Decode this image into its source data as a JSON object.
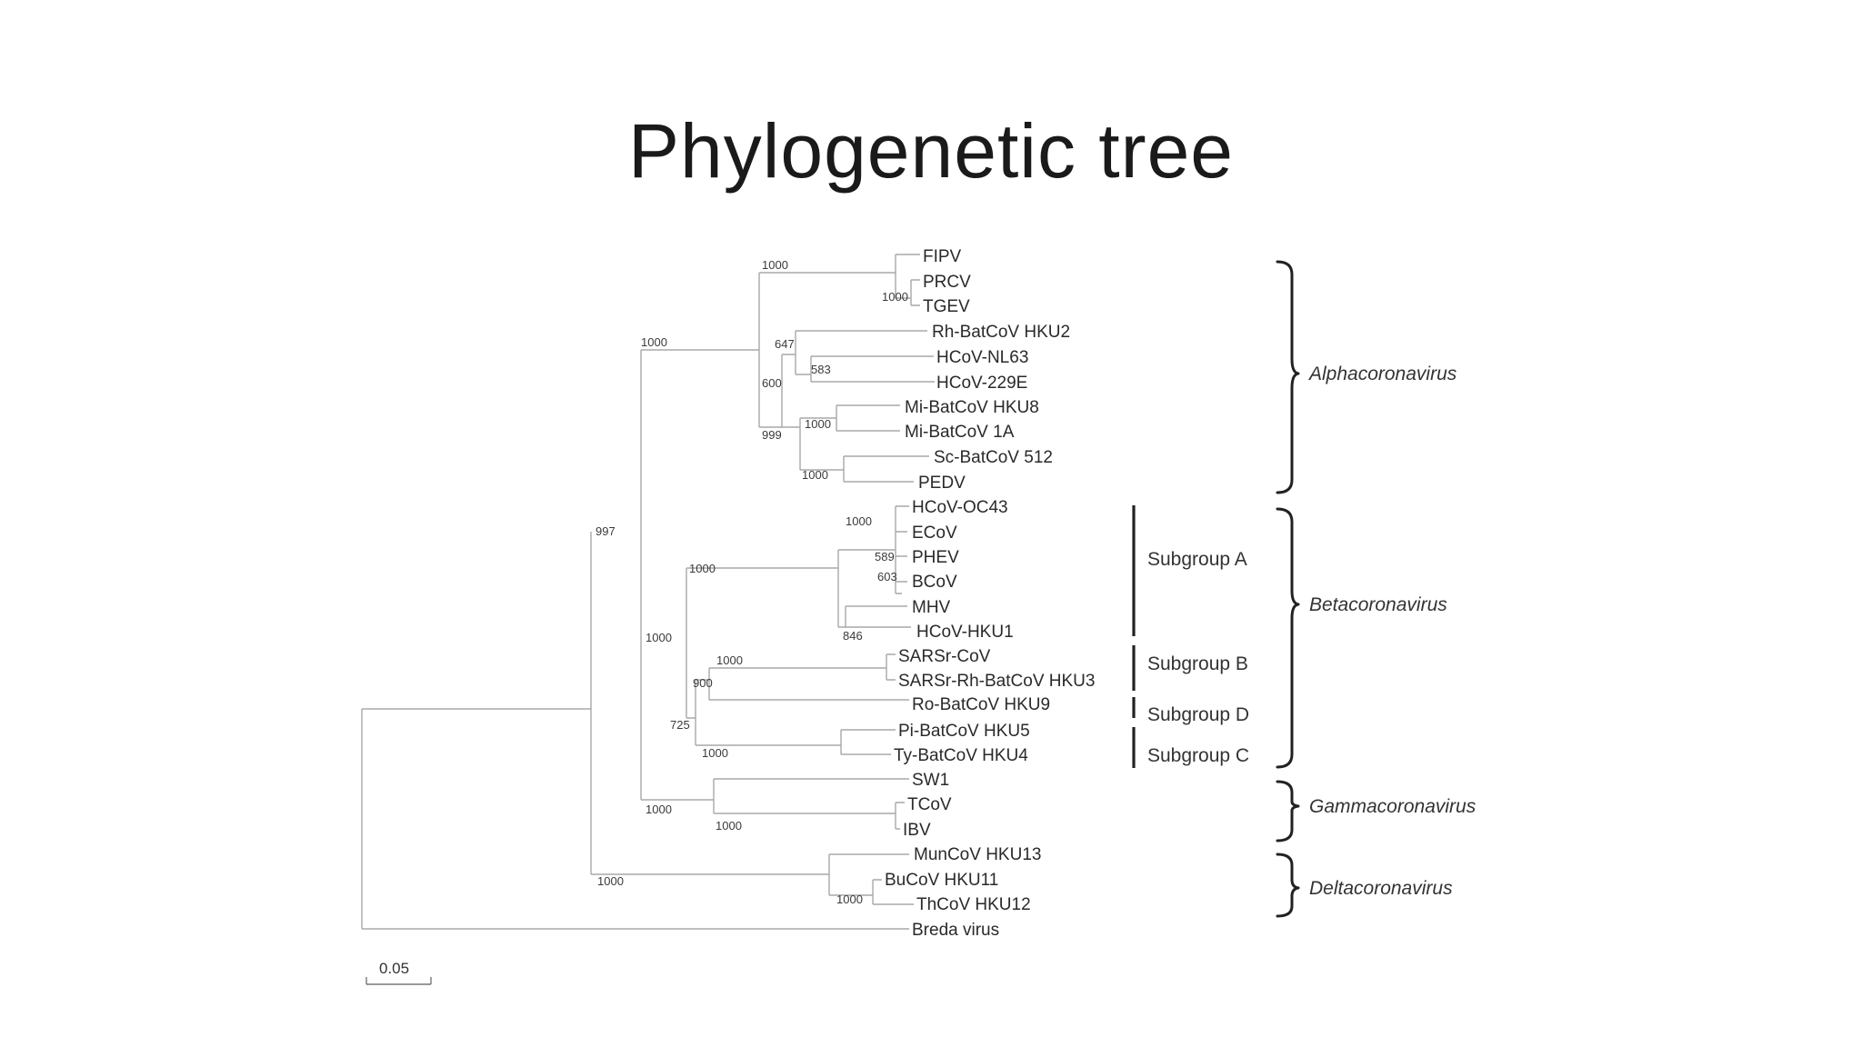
{
  "title": "Phylogenetic tree",
  "leaves": {
    "fipv": "FIPV",
    "prcv": "PRCV",
    "tgev": "TGEV",
    "rh_batcov_hku2": "Rh-BatCoV HKU2",
    "hcov_nl63": "HCoV-NL63",
    "hcov_229e": "HCoV-229E",
    "mi_batcov_hku8": "Mi-BatCoV HKU8",
    "mi_batcov_1a": "Mi-BatCoV 1A",
    "sc_batcov_512": "Sc-BatCoV 512",
    "pedv": "PEDV",
    "hcov_oc43": "HCoV-OC43",
    "ecov": "ECoV",
    "phev": "PHEV",
    "bcov": "BCoV",
    "mhv": "MHV",
    "hcov_hku1": "HCoV-HKU1",
    "sarsr_cov": "SARSr-CoV",
    "sarsr_rh_batcov_hku3": "SARSr-Rh-BatCoV HKU3",
    "ro_batcov_hku9": "Ro-BatCoV HKU9",
    "pi_batcov_hku5": "Pi-BatCoV HKU5",
    "ty_batcov_hku4": "Ty-BatCoV HKU4",
    "sw1": "SW1",
    "tcov": "TCoV",
    "ibv": "IBV",
    "muncov_hku13": "MunCoV HKU13",
    "bucov_hku11": "BuCoV HKU11",
    "thcov_hku12": "ThCoV HKU12",
    "breda_virus": "Breda virus"
  },
  "bootstrap": {
    "fipv_tgev": "1000",
    "prcv_tgev": "1000",
    "alpha_root": "1000",
    "rh_nl63": "647",
    "nl63_229e": "583",
    "alpha_inner": "600",
    "hku8_1a": "1000",
    "mi_sc": "999",
    "sc_pedv": "1000",
    "root_inner": "997",
    "oc43_clade": "1000",
    "phev": "589",
    "bcov": "603",
    "hku1": "846",
    "subgroup_a_root": "1000",
    "beta_root": "1000",
    "sars": "1000",
    "sars_hku9": "900",
    "beta_inner": "725",
    "hku5_hku4": "1000",
    "gamma_root": "1000",
    "tcov_ibv": "1000",
    "delta_root": "1000",
    "thcov": "1000"
  },
  "groups": {
    "alpha": "Alphacoronavirus",
    "beta": "Betacoronavirus",
    "gamma": "Gammacoronavirus",
    "delta": "Deltacoronavirus"
  },
  "subgroups": {
    "a": "Subgroup A",
    "b": "Subgroup B",
    "d": "Subgroup D",
    "c": "Subgroup C"
  },
  "scale_bar": "0.05"
}
